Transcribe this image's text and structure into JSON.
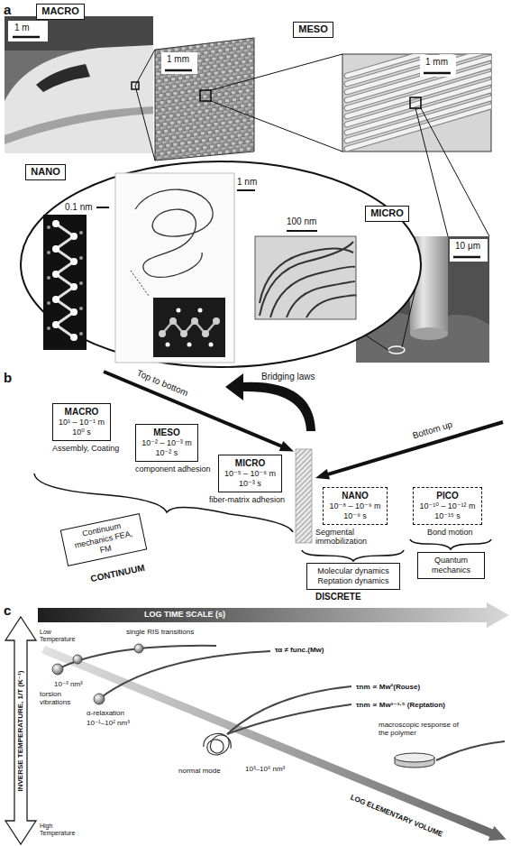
{
  "diagram": {
    "nodes": [
      {
        "text": [
          "MACRO"
        ]
      },
      {
        "text": [
          "MESO"
        ]
      },
      {
        "text": [
          "MICRO"
        ]
      },
      {
        "text": [
          "NANO"
        ]
      },
      {
        "text": [
          "MACRO",
          "10¹ – 10⁻¹ m",
          "10⁰ s"
        ]
      },
      {
        "text": [
          "MESO",
          "10⁻² – 10⁻³ m",
          "10⁻² s"
        ]
      },
      {
        "text": [
          "MICRO",
          "10⁻⁵ – 10⁻⁶ m",
          "10⁻³ s"
        ]
      },
      {
        "text": [
          "NANO",
          "10⁻⁸ – 10⁻⁹ m",
          "10⁻⁹ s"
        ]
      },
      {
        "text": [
          "PICO",
          "10⁻¹⁰ – 10⁻¹² m",
          "10⁻¹⁵ s"
        ]
      },
      {
        "text": [
          "Continuum mechanics FEA, FM"
        ]
      },
      {
        "text": [
          "Molecular dynamics Reptation dynamics"
        ]
      },
      {
        "text": [
          "Quantum mechanics"
        ]
      }
    ],
    "labels": [
      "a",
      "1 m",
      "1 mm",
      "1 mm",
      "10 μm",
      "0.1 nm",
      "1 nm",
      "100 nm",
      "b",
      "Top to bottom",
      "Bridging laws",
      "Bottom up",
      "Assembly, Coating",
      "component adhesion",
      "fiber-matrix adhesion",
      "Segmental immobilization",
      "Bond motion",
      "CONTINUUM",
      "DISCRETE",
      "c",
      "LOG TIME SCALE (s)",
      "INVERSE TEMPERATURE, 1/T (K⁻¹)",
      "Low Temperature",
      "High Temperature",
      "10⁻³ nm³",
      "torsion vibrations",
      "single RIS transitions",
      "α-relaxation",
      "10⁻¹–10² nm³",
      "τα ≠ func.(Mw)",
      "normal mode",
      "10³–10⁶ nm³",
      "τnm ∝ Mw²(Rouse)",
      "τnm ∝ Mw³⁻³·⁵ (Reptation)",
      "macroscopic response of the polymer",
      "LOG ELEMENTARY VOLUME"
    ]
  }
}
